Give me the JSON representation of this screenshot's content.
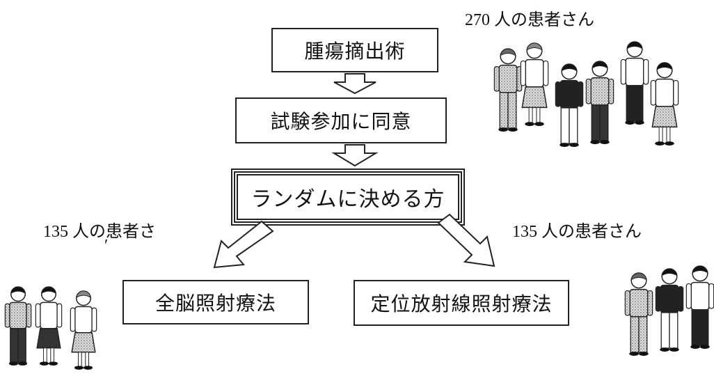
{
  "steps": {
    "surgery": "腫瘍摘出術",
    "consent": "試験参加に同意",
    "randomize": "ランダムに決める方",
    "arm_left": "全脳照射療法",
    "arm_right": "定位放射線照射療法"
  },
  "counts": {
    "total_number": "270",
    "total_suffix": "人の患者さん",
    "left_number": "135",
    "left_suffix": "人の患者さ",
    "left_mark": "′",
    "right_number": "135",
    "right_suffix": "人の患者さん"
  },
  "icons": {
    "arrow": "hollow-down-arrow-icon",
    "people": "patient-group-icon"
  }
}
